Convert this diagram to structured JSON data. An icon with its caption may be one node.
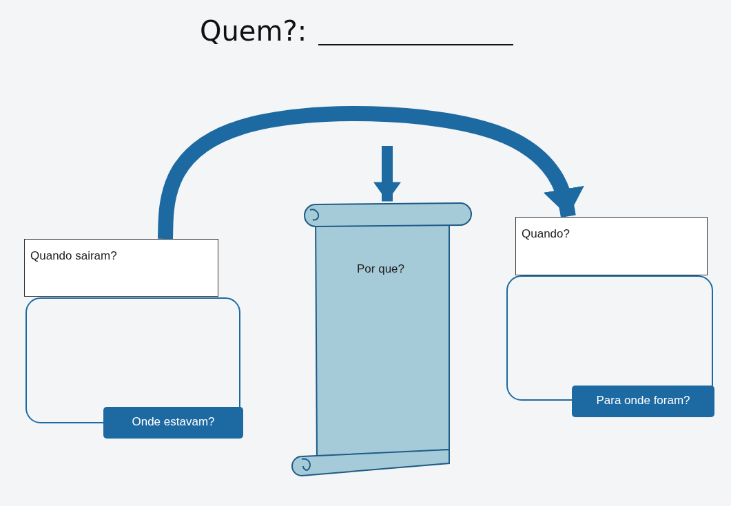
{
  "diagram": {
    "title": "Quem?:",
    "nodes": [
      {
        "text": [
          "Quando sairam?"
        ]
      },
      {
        "text": [],
        "shape": "box"
      },
      {
        "text": [
          "Onde estavam?"
        ]
      },
      {
        "text": [
          "Por que?"
        ]
      },
      {
        "text": [
          "Quando?"
        ]
      },
      {
        "text": [],
        "shape": "box"
      },
      {
        "text": [
          "Para onde foram?"
        ]
      }
    ],
    "edges": [
      {
        "from": 0,
        "to": 4,
        "arrow": "to"
      },
      {
        "from": null,
        "to": 3,
        "arrow": "to"
      }
    ]
  }
}
